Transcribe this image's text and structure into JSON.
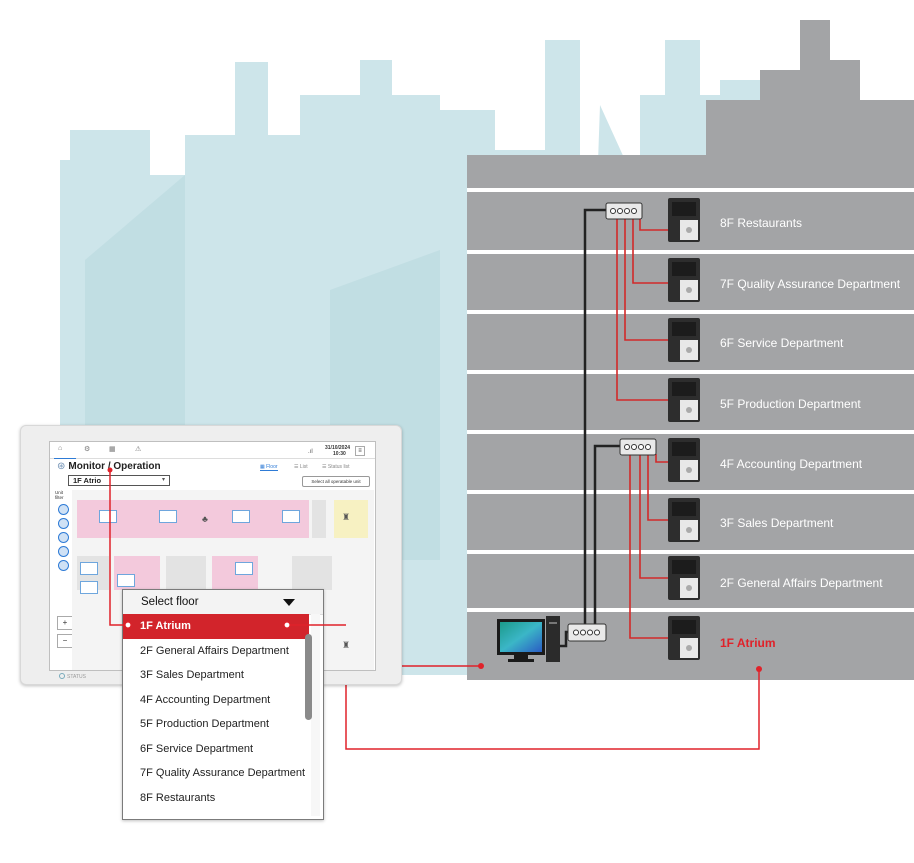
{
  "colors": {
    "sky_building": "#cde5ea",
    "main_building": "#a3a4a6",
    "floor_slab": "#ffffff",
    "highlight": "#e0222a",
    "network_line": "#222222",
    "accent_blue": "#2e7bd6"
  },
  "floors": [
    {
      "label": "8F Restaurants",
      "active": false
    },
    {
      "label": "7F Quality Assurance Department",
      "active": false
    },
    {
      "label": "6F Service Department",
      "active": false
    },
    {
      "label": "5F Production Department",
      "active": false
    },
    {
      "label": "4F Accounting Department",
      "active": false
    },
    {
      "label": "3F  Sales Department",
      "active": false
    },
    {
      "label": "2F General Affairs Department",
      "active": false
    },
    {
      "label": "1F Atrium",
      "active": true
    }
  ],
  "tablet": {
    "date": "31/10/2024",
    "time": "10:30",
    "title": "Monitor / Operation",
    "selected_floor": "1F Atrio",
    "tabs": {
      "floor": "Floor",
      "list": "List",
      "status": "Status list"
    },
    "select_all": "Select all operatable unit",
    "unit_filter": "Unit filter",
    "status_label": "STATUS"
  },
  "dropdown": {
    "header": "Select floor",
    "items": [
      {
        "label": "1F Atrium",
        "selected": true
      },
      {
        "label": "2F General Affairs Department",
        "selected": false
      },
      {
        "label": "3F Sales Department",
        "selected": false
      },
      {
        "label": "4F Accounting Department",
        "selected": false
      },
      {
        "label": "5F Production Department",
        "selected": false
      },
      {
        "label": "6F Service Department",
        "selected": false
      },
      {
        "label": "7F Quality Assurance Department",
        "selected": false
      },
      {
        "label": "8F Restaurants",
        "selected": false
      }
    ]
  },
  "icons": [
    "city-skyline",
    "network-switch-icon",
    "controller-unit-icon",
    "pc-monitor-icon",
    "chevron-down-icon"
  ]
}
